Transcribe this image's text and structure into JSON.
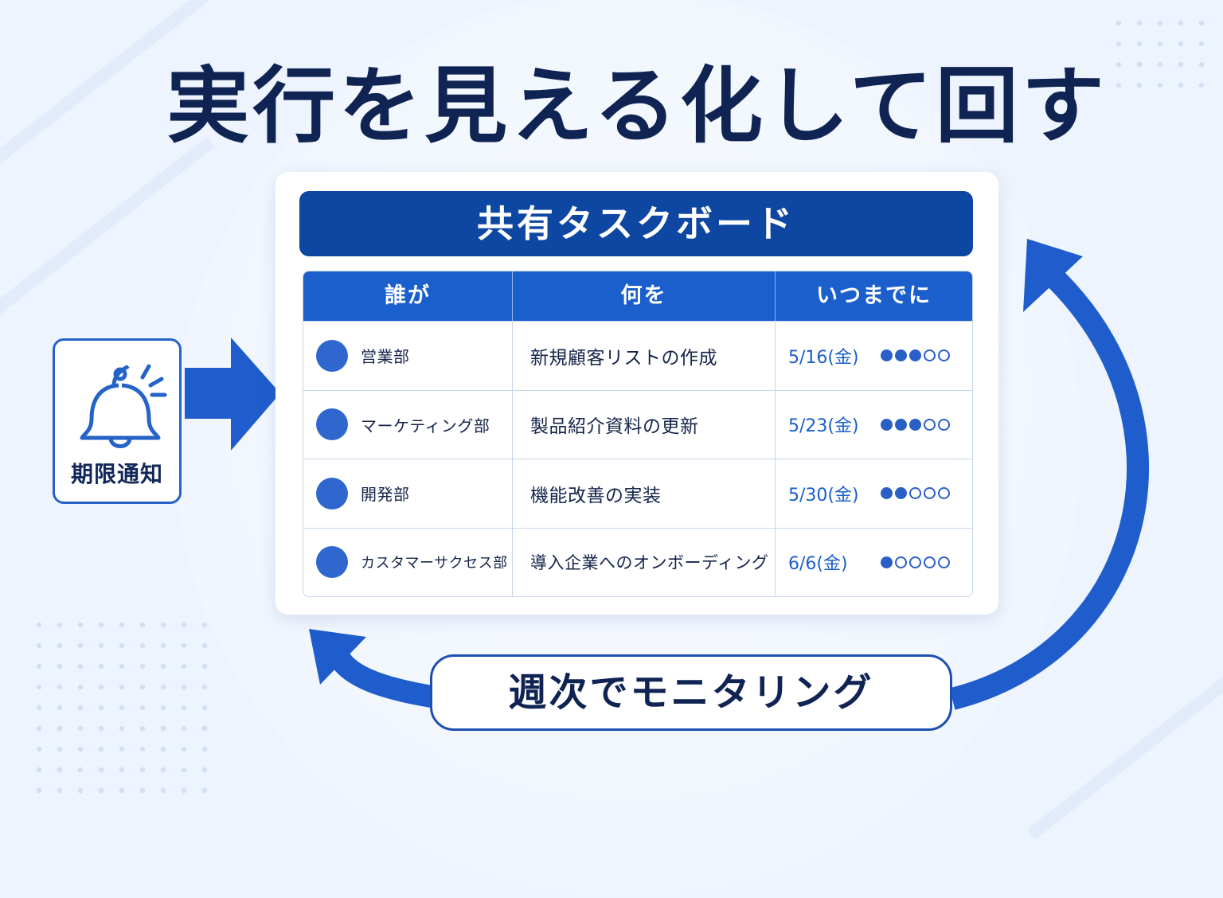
{
  "title": "実行を見える化して回す",
  "alert": {
    "label": "期限通知",
    "icon": "bell-icon"
  },
  "board": {
    "title": "共有タスクボード",
    "columns": [
      "誰が",
      "何を",
      "いつまでに"
    ],
    "rows": [
      {
        "dept": "営業部",
        "task": "新規顧客リストの作成",
        "due": "5/16(金)",
        "progress": 3,
        "progress_max": 5
      },
      {
        "dept": "マーケティング部",
        "task": "製品紹介資料の更新",
        "due": "5/23(金)",
        "progress": 3,
        "progress_max": 5
      },
      {
        "dept": "開発部",
        "task": "機能改善の実装",
        "due": "5/30(金)",
        "progress": 2,
        "progress_max": 5
      },
      {
        "dept": "カスタマーサクセス部",
        "task": "導入企業へのオンボーディング",
        "due": "6/6(金)",
        "progress": 1,
        "progress_max": 5
      }
    ]
  },
  "cycle": {
    "label": "週次でモニタリング"
  },
  "colors": {
    "primary": "#1a5fcc",
    "dark_navy": "#0f2453",
    "header_blue": "#0d47a1",
    "background": "#eef4fd"
  }
}
